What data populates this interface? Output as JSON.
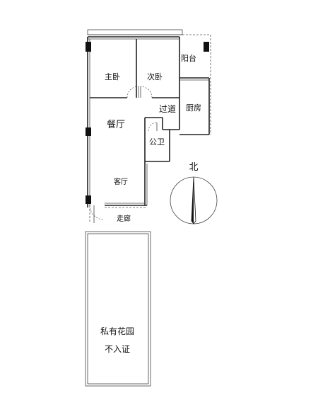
{
  "floorplan": {
    "rooms": {
      "master_bedroom": "主卧",
      "second_bedroom": "次卧",
      "balcony": "阳台",
      "corridor": "过道",
      "kitchen": "厨房",
      "dining_room": "餐厅",
      "public_bathroom": "公卫",
      "living_room": "客厅",
      "hallway": "走廊"
    },
    "garden": {
      "name": "私有花园",
      "note": "不入证"
    },
    "compass": {
      "label": "北"
    }
  }
}
